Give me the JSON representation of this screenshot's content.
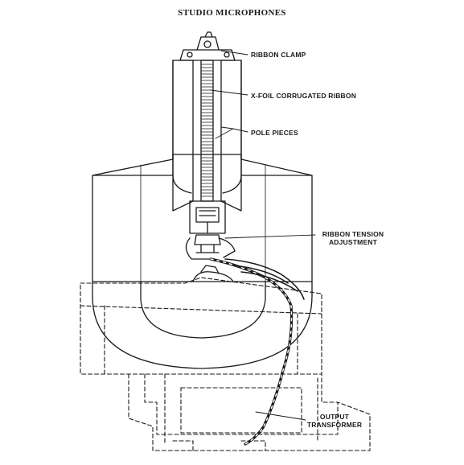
{
  "title": "STUDIO MICROPHONES",
  "labels": {
    "ribbon_clamp": "RIBBON CLAMP",
    "xfoil_ribbon": "X-FOIL CORRUGATED RIBBON",
    "pole_pieces": "POLE PIECES",
    "ribbon_tension_1": "RIBBON TENSION",
    "ribbon_tension_2": "ADJUSTMENT",
    "output_transformer_1": "OUTPUT",
    "output_transformer_2": "TRANSFORMER"
  },
  "colors": {
    "ink": "#1a1a1a",
    "paper": "#ffffff"
  }
}
